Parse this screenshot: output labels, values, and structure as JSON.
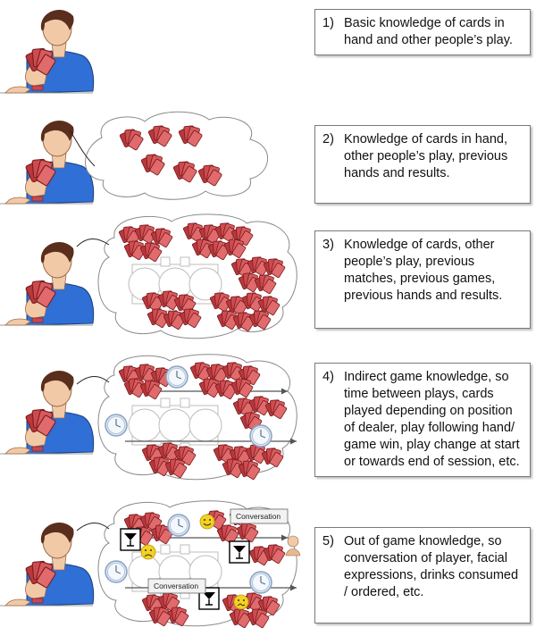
{
  "steps": [
    {
      "number": "1)",
      "text": "Basic knowledge of cards in hand and other people’s play."
    },
    {
      "number": "2)",
      "text": "Knowledge of cards in hand, other people’s play, previous hands and results."
    },
    {
      "number": "3)",
      "text": "Knowledge of cards, other people’s play, previous matches, previous games, previous hands and results."
    },
    {
      "number": "4)",
      "text": "Indirect game knowledge, so time between plays, cards played depending on position of dealer, play following hand/ game win, play change at start or towards end of session, etc."
    },
    {
      "number": "5)",
      "text": "Out of game knowledge, so conversation of player, facial expressions, drinks consumed / ordered, etc."
    }
  ],
  "labels": {
    "conversation_1": "Conversation",
    "conversation_2": "Conversation"
  },
  "icons": [
    "card-player-icon",
    "card-hand-icon",
    "clock-icon",
    "cocktail-glass-icon",
    "happy-face-icon",
    "sad-face-icon",
    "puzzled-face-icon",
    "table-icon",
    "arrow-icon"
  ],
  "colors": {
    "card_red": "#c9474a",
    "shirt_blue": "#2f6fd6",
    "skin": "#f2c9a6",
    "hair": "#5a2e1c",
    "face_yellow": "#f5d21f",
    "clock_blue": "#b9cde3"
  }
}
